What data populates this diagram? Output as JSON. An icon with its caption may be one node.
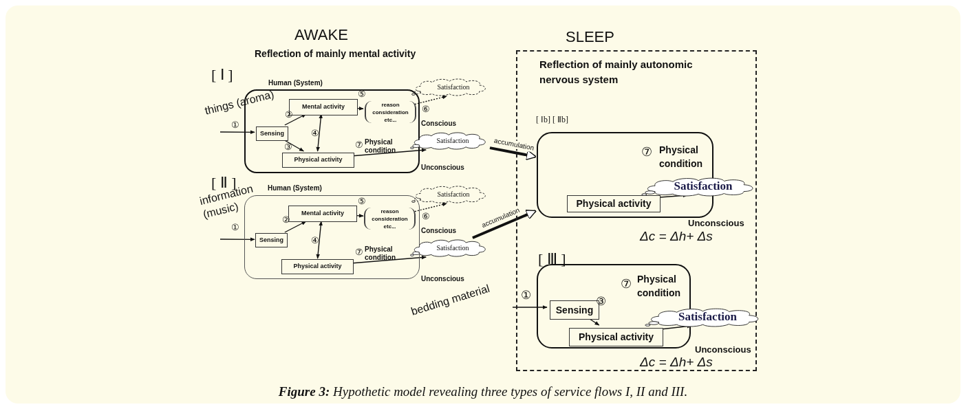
{
  "diagram": {
    "caption": "**Figure 3:** Hypothetic model revealing three types of service flows I, II and III.",
    "nodes": [
      {
        "text": [
          "Human (System)"
        ]
      },
      {
        "text": [
          "Mental activity"
        ],
        "in": 0
      },
      {
        "text": [
          "Sensing"
        ],
        "in": 0
      },
      {
        "text": [
          "Physical activity"
        ],
        "in": 0
      },
      {
        "text": [
          "reason consideration etc.‥"
        ],
        "in": 0
      },
      {
        "text": [
          "Satisfaction"
        ]
      },
      {
        "text": [
          "Satisfaction"
        ]
      },
      {
        "text": [
          "Human (System)"
        ]
      },
      {
        "text": [
          "Mental activity"
        ],
        "in": 7
      },
      {
        "text": [
          "Sensing"
        ],
        "in": 7
      },
      {
        "text": [
          "Physical activity"
        ],
        "in": 7
      },
      {
        "text": [
          "reason consideration etc.‥"
        ],
        "in": 7
      },
      {
        "text": [
          "Satisfaction"
        ]
      },
      {
        "text": [
          "Satisfaction"
        ]
      },
      {
        "text": [
          "SLEEP",
          "Reflection of mainly autonomic nervous system"
        ]
      },
      {
        "text": [
          "[ Ⅰb] [ Ⅱb]",
          "⑦",
          "Physical condition"
        ],
        "in": 14
      },
      {
        "text": [
          "Physical activity"
        ],
        "in": 15
      },
      {
        "text": [
          "Satisfaction"
        ],
        "in": 14
      },
      {
        "text": [
          "[ Ⅲ ]",
          "⑦",
          "Physical condition"
        ],
        "in": 14
      },
      {
        "text": [
          "Sensing"
        ],
        "in": 18
      },
      {
        "text": [
          "Physical activity"
        ],
        "in": 18
      },
      {
        "text": [
          "Satisfaction"
        ],
        "in": 14
      }
    ],
    "edges": [
      {
        "from": null,
        "to": 2,
        "arrow": "to"
      },
      {
        "from": 2,
        "to": 1,
        "arrow": "to"
      },
      {
        "from": 2,
        "to": 3,
        "arrow": "to"
      },
      {
        "from": 1,
        "to": 3,
        "arrow": "both"
      },
      {
        "from": 1,
        "to": 4,
        "arrow": "to"
      },
      {
        "from": 4,
        "to": 5,
        "arrow": "to",
        "style": "dashed"
      },
      {
        "from": 3,
        "to": 6,
        "arrow": "to"
      },
      {
        "from": 6,
        "to": 15,
        "arrow": "to",
        "label": "accumulation",
        "style": "thick"
      },
      {
        "from": null,
        "to": 9,
        "arrow": "to"
      },
      {
        "from": 9,
        "to": 8,
        "arrow": "to"
      },
      {
        "from": 8,
        "to": 10,
        "arrow": "both"
      },
      {
        "from": 8,
        "to": 11,
        "arrow": "to"
      },
      {
        "from": 11,
        "to": 12,
        "arrow": "to",
        "style": "dashed"
      },
      {
        "from": 10,
        "to": 13,
        "arrow": "to"
      },
      {
        "from": 13,
        "to": 15,
        "arrow": "to",
        "label": "accumulation",
        "style": "thick"
      },
      {
        "from": 16,
        "to": 17,
        "arrow": "to"
      },
      {
        "from": null,
        "to": 19,
        "arrow": "to"
      },
      {
        "from": 19,
        "to": 20,
        "arrow": "to"
      },
      {
        "from": 20,
        "to": 21,
        "arrow": "to"
      }
    ],
    "labels": [
      "AWAKE",
      "Reflection of mainly mental activity",
      "[ Ⅰ ]",
      "things (aroma)",
      "①",
      "②",
      "③",
      "④",
      "⑤",
      "⑥",
      "⑦",
      "Physical condition",
      "Conscious",
      "Unconscious",
      "[ Ⅱ ]",
      "information (music)",
      "①",
      "②",
      "④",
      "⑤",
      "⑥",
      "⑦",
      "Physical condition",
      "Conscious",
      "Unconscious",
      "Unconscious",
      "Δc = Δh+ Δs",
      "bedding material",
      "①",
      "③",
      "Unconscious",
      "Δc = Δh+ Δs"
    ]
  }
}
